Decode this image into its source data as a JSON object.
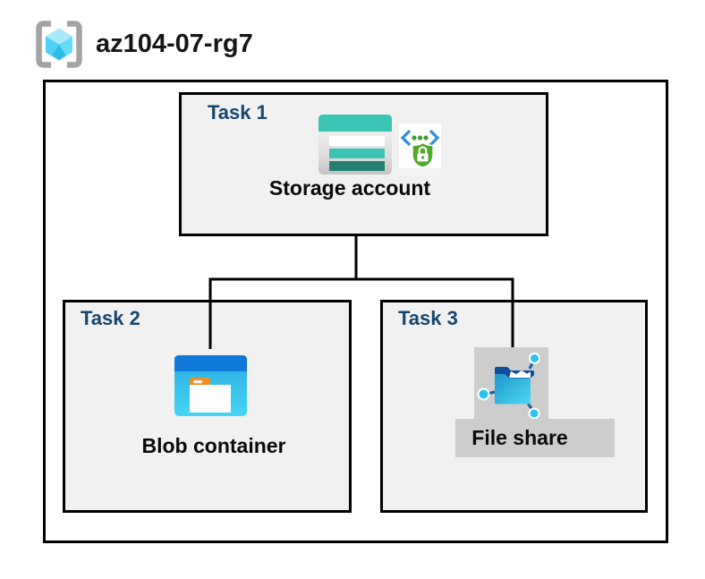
{
  "header": {
    "title": "az104-07-rg7"
  },
  "tasks": [
    {
      "label": "Task 1",
      "resource": "Storage account"
    },
    {
      "label": "Task 2",
      "resource": "Blob container"
    },
    {
      "label": "Task 3",
      "resource": "File share"
    }
  ],
  "icons": {
    "resource_group": "resource-group-icon",
    "storage_account": "storage-account-icon",
    "secure_access": "secure-access-icon",
    "blob_container": "blob-container-icon",
    "file_share": "file-share-icon"
  },
  "colors": {
    "task_label_navy": "#17466E",
    "storage_teal": "#3BC3B4",
    "storage_dark_teal": "#237F72",
    "blob_blue": "#1079D8",
    "blob_cyan": "#3DCBEF",
    "file_share_navy": "#0D4E9C",
    "node_cyan": "#2AC4F0",
    "shield_green": "#54A82D",
    "bracket_gray": "#A3A3A3",
    "box_fill": "#F1F1F1",
    "icon_backdrop_gray": "#CDCDCD",
    "line_black": "#000000"
  }
}
